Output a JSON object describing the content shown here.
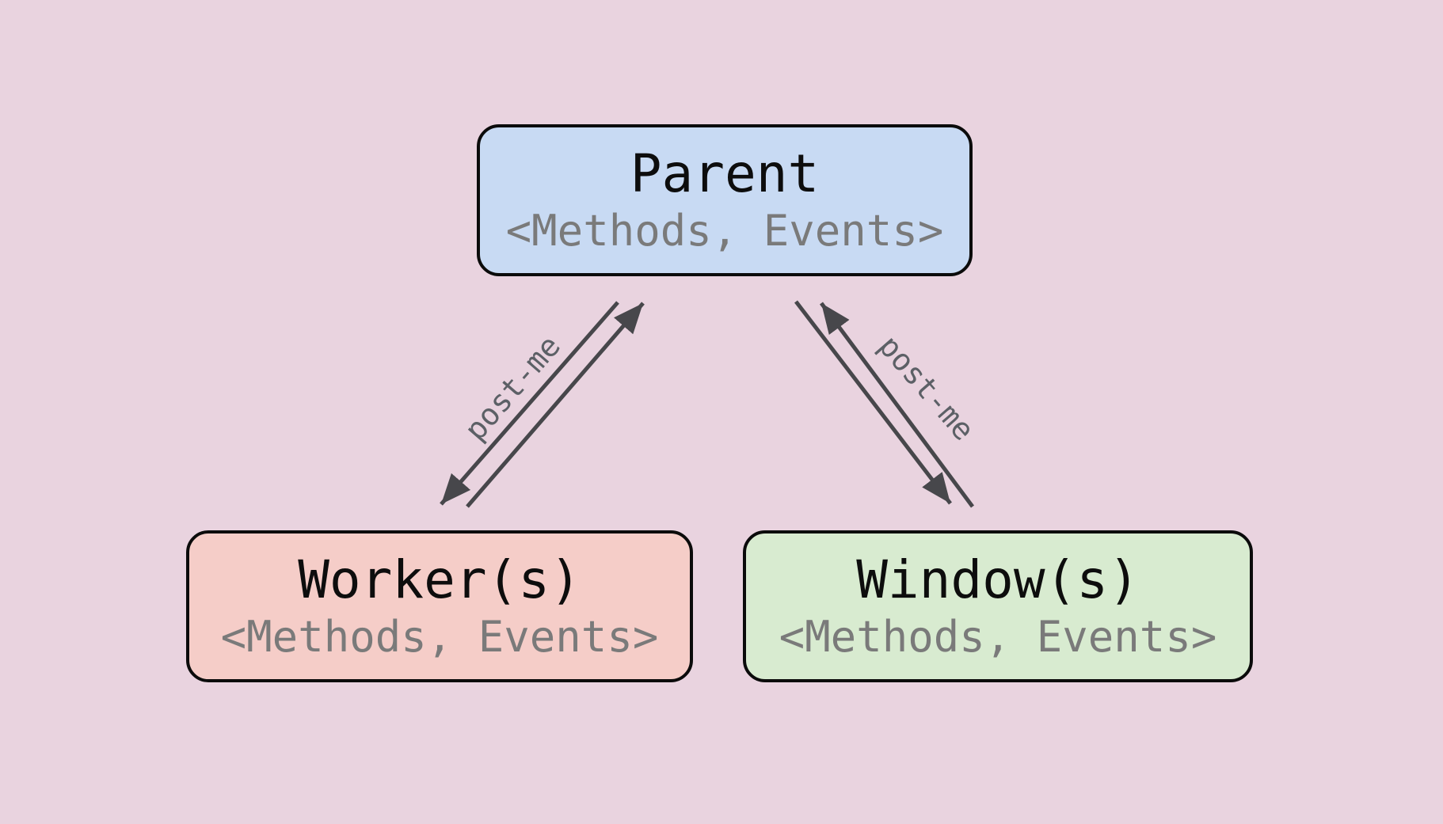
{
  "diagram": {
    "background_color": "#E9D3DF",
    "arrow_color": "#47474B",
    "edge_label_color": "#5C6066",
    "title_color": "#0D0D0D",
    "subtitle_color": "#7A7A7A",
    "nodes": [
      {
        "id": "parent",
        "title": "Parent",
        "subtitle": "<Methods, Events>",
        "fill": "#C8DAF3",
        "border_color": "#0B0B0B"
      },
      {
        "id": "worker",
        "title": "Worker(s)",
        "subtitle": "<Methods, Events>",
        "fill": "#F5CDC8",
        "border_color": "#0B0B0B"
      },
      {
        "id": "window",
        "title": "Window(s)",
        "subtitle": "<Methods, Events>",
        "fill": "#D8EBD0",
        "border_color": "#0B0B0B"
      }
    ],
    "edges": [
      {
        "from": "Parent",
        "to": "Worker(s)",
        "label": "post-me",
        "bidirectional": true
      },
      {
        "from": "Parent",
        "to": "Window(s)",
        "label": "post-me",
        "bidirectional": true
      }
    ]
  }
}
